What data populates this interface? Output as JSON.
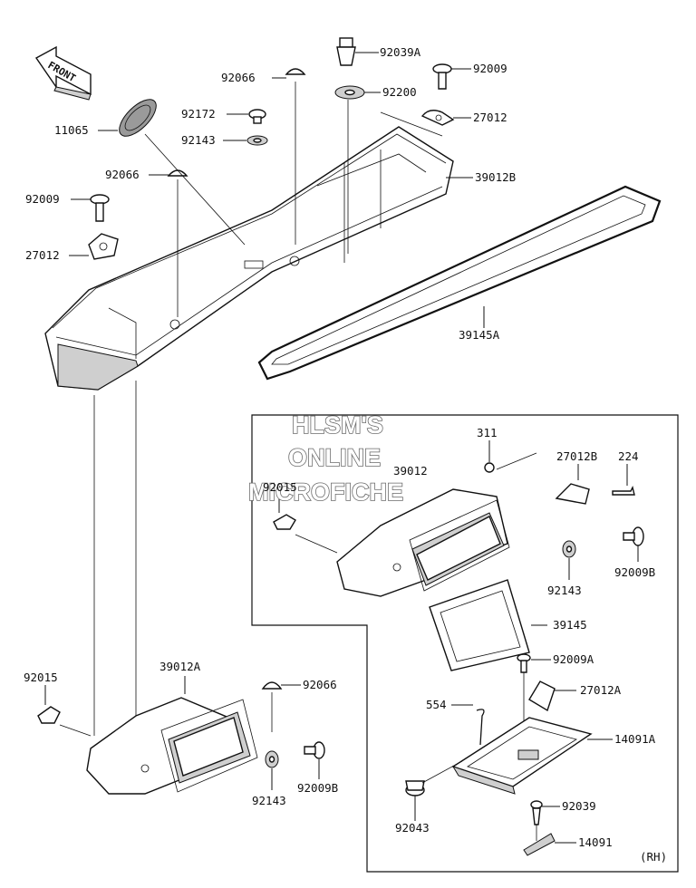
{
  "front_arrow": {
    "text": "FRONT"
  },
  "watermark": {
    "line1": "HLSM'S",
    "line2": "ONLINE",
    "line3": "MICROFICHE"
  },
  "inset": {
    "side_note": "(RH)"
  },
  "labels": {
    "p92039A": "92039A",
    "p92009_top": "92009",
    "p92066_top": "92066",
    "p92200": "92200",
    "p92172": "92172",
    "p27012_top": "27012",
    "p11065": "11065",
    "p92143_top": "92143",
    "p39012B": "39012B",
    "p92066_mid": "92066",
    "p92009_left": "92009",
    "p27012_left": "27012",
    "p39145A": "39145A",
    "p311": "311",
    "p27012B": "27012B",
    "p224": "224",
    "p92015_inset": "92015",
    "p39012": "39012",
    "p92143_inset": "92143",
    "p92009B_inset": "92009B",
    "p39145": "39145",
    "p92009A": "92009A",
    "p27012A": "27012A",
    "p554": "554",
    "p14091A": "14091A",
    "p92015_bottom": "92015",
    "p39012A": "39012A",
    "p92066_bottom": "92066",
    "p92143_bottom": "92143",
    "p92009B_bottom": "92009B",
    "p92039": "92039",
    "p92043": "92043",
    "p14091": "14091"
  }
}
